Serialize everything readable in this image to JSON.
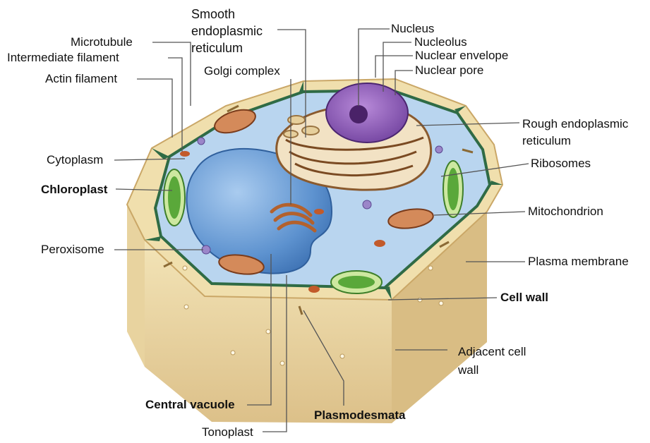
{
  "labels": {
    "smooth_er": "Smooth endoplasmic reticulum",
    "microtubule": "Microtubule",
    "intermediate_filament": "Intermediate filament",
    "actin_filament": "Actin filament",
    "golgi_complex": "Golgi complex",
    "cytoplasm": "Cytoplasm",
    "chloroplast": "Chloroplast",
    "peroxisome": "Peroxisome",
    "central_vacuole": "Central vacuole",
    "tonoplast": "Tonoplast",
    "plasmodesmata": "Plasmodesmata",
    "nucleus": "Nucleus",
    "nucleolus": "Nucleolus",
    "nuclear_envelope": "Nuclear envelope",
    "nuclear_pore": "Nuclear pore",
    "rough_er": "Rough endoplasmic reticulum",
    "ribosomes": "Ribosomes",
    "mitochondrion": "Mitochondrion",
    "plasma_membrane": "Plasma membrane",
    "cell_wall": "Cell wall",
    "adjacent_cell_wall": "Adjacent cell wall"
  },
  "colors": {
    "cell_wall": "#ecd9a6",
    "cell_wall_dark": "#d8bd7e",
    "cytoplasm": "#b8d4ee",
    "vacuole": "#6fa3d8",
    "nucleus": "#8a5db4",
    "chloroplast": "#5aa83a",
    "mitochondrion": "#b06a3e",
    "leader_line": "#555555"
  }
}
